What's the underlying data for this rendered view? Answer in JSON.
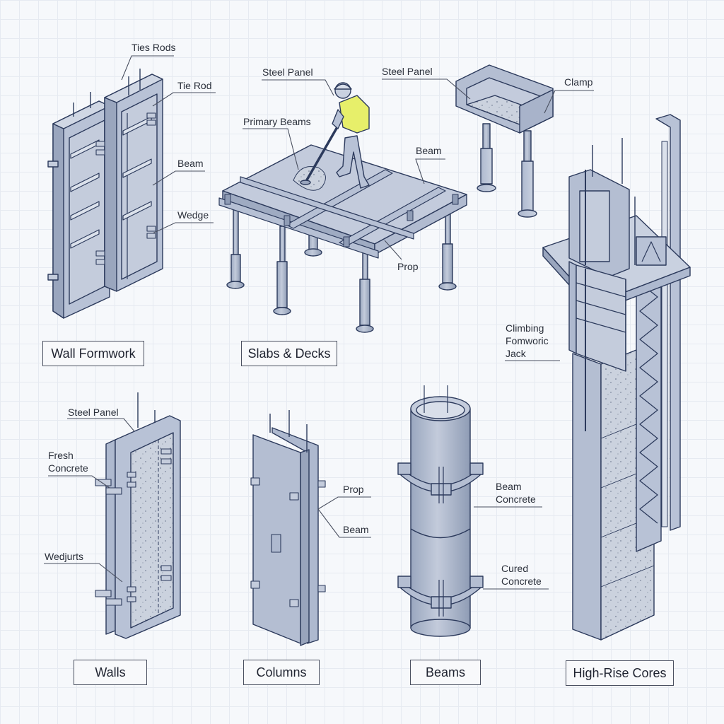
{
  "title": "Concrete Formwork Systems",
  "colors": {
    "steel_fill": "#b4bfd3",
    "steel_dark": "#8f9cb5",
    "steel_light": "#d3dae7",
    "outline": "#2c3a5c",
    "concrete": "#c9d0dd",
    "vest": "#e7ef6a",
    "grid": "#e6eaf1",
    "background": "#f6f8fb"
  },
  "sections": {
    "wall_formwork": {
      "caption": "Wall Formwork",
      "labels": [
        "Ties Rods",
        "Tie Rod",
        "Beam",
        "Wedge"
      ]
    },
    "slabs_decks": {
      "caption": "Slabs & Decks",
      "labels": [
        "Steel Panel",
        "Primary Beams",
        "Beam",
        "Prop"
      ]
    },
    "beam_trough": {
      "labels": [
        "Steel Panel",
        "Clamp"
      ]
    },
    "walls": {
      "caption": "Walls",
      "labels": [
        "Steel Panel",
        "Fresh\nConcrete",
        "Wedjurts"
      ]
    },
    "columns": {
      "caption": "Columns",
      "labels": [
        "Prop",
        "Beam"
      ]
    },
    "beams": {
      "caption": "Beams",
      "labels": [
        "Beam\nConcrete",
        "Cured\nConcrete"
      ]
    },
    "high_rise_cores": {
      "caption": "High-Rise Cores",
      "labels": [
        "Climbing\nFomworic\nJack"
      ]
    }
  }
}
